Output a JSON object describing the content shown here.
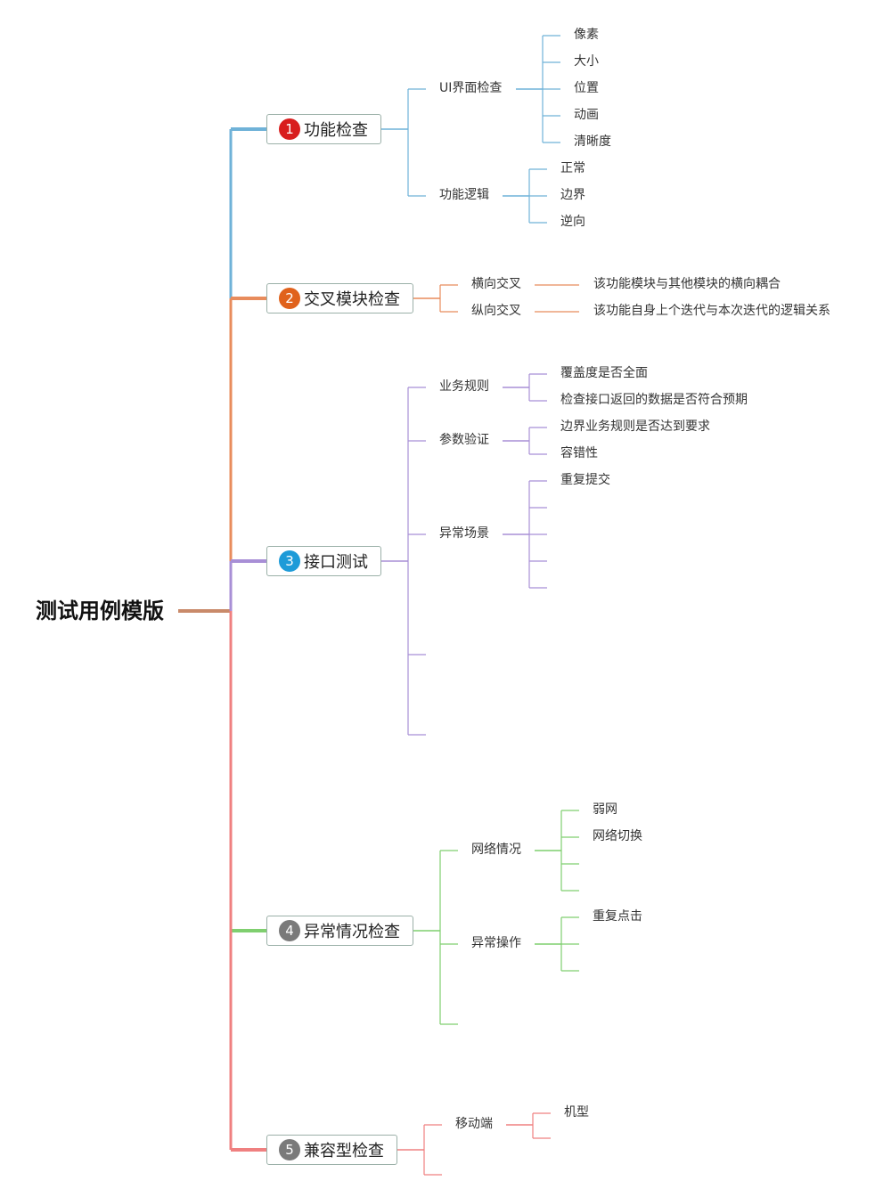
{
  "root": {
    "label": "测试用例模版"
  },
  "branches": [
    {
      "number": "1",
      "label": "功能检查",
      "color": "#6fb2d8",
      "badge_color": "#d81e1e",
      "children": [
        {
          "label": "UI界面检查",
          "children": [
            "像素",
            "大小",
            "位置",
            "动画",
            "清晰度"
          ]
        },
        {
          "label": "功能逻辑",
          "children": [
            "正常",
            "边界",
            "逆向"
          ]
        }
      ]
    },
    {
      "number": "2",
      "label": "交叉模块检查",
      "color": "#e88c5c",
      "badge_color": "#e0621c",
      "children": [
        {
          "label": "横向交叉",
          "children": [
            "该功能模块与其他模块的横向耦合"
          ]
        },
        {
          "label": "纵向交叉",
          "children": [
            "该功能自身上个迭代与本次迭代的逻辑关系"
          ]
        }
      ]
    },
    {
      "number": "3",
      "label": "接口测试",
      "color": "#a88fd6",
      "badge_color": "#1d9bd8",
      "children": [
        {
          "label": "业务规则",
          "children": [
            "覆盖度是否全面",
            "检查接口返回的数据是否符合预期"
          ]
        },
        {
          "label": "参数验证",
          "children": [
            "边界业务规则是否达到要求",
            "容错性"
          ]
        },
        {
          "label": "异常场景",
          "children": [
            "重复提交",
            "",
            "",
            "",
            ""
          ]
        },
        {
          "label": "",
          "children": []
        },
        {
          "label": "",
          "children": []
        }
      ]
    },
    {
      "number": "4",
      "label": "异常情况检查",
      "color": "#7fcf6f",
      "badge_color": "#7a7a7a",
      "children": [
        {
          "label": "网络情况",
          "children": [
            "弱网",
            "网络切换",
            "",
            ""
          ]
        },
        {
          "label": "异常操作",
          "children": [
            "重复点击",
            "",
            ""
          ]
        },
        {
          "label": "",
          "children": []
        }
      ]
    },
    {
      "number": "5",
      "label": "兼容型检查",
      "color": "#ef8080",
      "badge_color": "#7a7a7a",
      "children": [
        {
          "label": "移动端",
          "children": [
            "机型",
            ""
          ]
        },
        {
          "label": "",
          "children": []
        }
      ]
    }
  ]
}
